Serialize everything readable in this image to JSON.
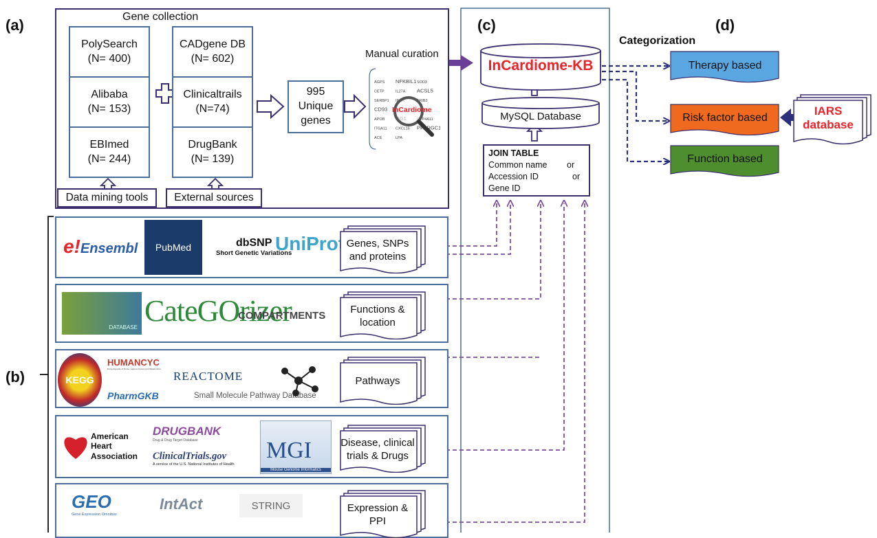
{
  "panels": {
    "a": "(a)",
    "b": "(b)",
    "c": "(c)",
    "d": "(d)"
  },
  "gene_collection": {
    "title": "Gene collection",
    "mining_sources": [
      {
        "name": "PolySearch",
        "count": "(N= 400)"
      },
      {
        "name": "Alibaba",
        "count": "(N= 153)"
      },
      {
        "name": "EBImed",
        "count": "(N= 244)"
      }
    ],
    "external_sources": [
      {
        "name": "CADgene DB",
        "count": "(N= 602)"
      },
      {
        "name": "Clinicaltrails",
        "count": "(N=74)"
      },
      {
        "name": "DrugBank",
        "count": "(N= 139)"
      }
    ],
    "mining_label": "Data mining tools",
    "external_label": "External sources",
    "unique_genes": [
      "995 Unique",
      "genes"
    ],
    "manual_curation": "Manual curation",
    "wordcloud_center": "InCardiome",
    "wordcloud_words": [
      "AGPS",
      "NFKBIL1",
      "SOD3",
      "CETP",
      "IL27A",
      "ACSL5",
      "SERBP1",
      "INSR",
      "TRIB3",
      "CD93",
      "IL6",
      "KNG1",
      "APOB",
      "GG1",
      "CYP4A11",
      "ITGA11",
      "CXCL16",
      "PPARGC1A",
      "ACE",
      "LPA"
    ]
  },
  "kb": {
    "title": "InCardiome-KB",
    "title_color": "#e8232a",
    "mysql": "MySQL Database",
    "join_table": {
      "title": "JOIN TABLE",
      "line1": "Common name",
      "line1_or": "or",
      "line2": "Accession ID",
      "line2_or": "or",
      "line3": "Gene ID"
    }
  },
  "categorization": {
    "title": "Categorization",
    "items": [
      {
        "label": "Therapy based",
        "color": "#5aa6e0"
      },
      {
        "label": "Risk factor based",
        "color": "#ef6a1f"
      },
      {
        "label": "Function based",
        "color": "#4e8e2e"
      }
    ],
    "iars": [
      "IARS",
      "database"
    ],
    "iars_color": "#e8232a"
  },
  "resources": {
    "rows": [
      {
        "doc": [
          "Genes, SNPs",
          "and proteins"
        ]
      },
      {
        "doc": [
          "Functions &",
          "location"
        ]
      },
      {
        "doc": [
          "Pathways"
        ]
      },
      {
        "doc": [
          "Disease, clinical",
          "trials & Drugs"
        ]
      },
      {
        "doc": [
          "Expression &",
          "PPI"
        ]
      }
    ],
    "logos": {
      "ensembl_e": "e!",
      "ensembl": "Ensembl",
      "pubmed": "PubMed",
      "dbsnp": "dbSNP",
      "dbsnp_sub": "Short Genetic Variations",
      "uniprot": "UniProt",
      "david_sub": "DATABASE",
      "categorizer": "CateGOrizer",
      "compartments": "COMPARTMENTS",
      "kegg": "KEGG",
      "humancyc": "HUMANCYC",
      "humancyc_sub": "Encyclopedia of Homo sapiens Genes and Metabolism",
      "reactome": "REACTOME",
      "pharmgkb": "PharmGKB",
      "smpdb": "Small Molecule Pathway Database",
      "aha1": "American",
      "aha2": "Heart",
      "aha3": "Association",
      "drugbank": "DRUGBANK",
      "drugbank_sub": "Drug & Drug Target Database",
      "clinicaltrials": "ClinicalTrials.gov",
      "clinicaltrials_sub": "A service of the U.S. National Institutes of Health",
      "mgi": "MGI",
      "mgi_sub": "Mouse Genome Informatics",
      "geo": "GEO",
      "geo_sub": "Gene Expression Omnibus",
      "intact": "IntAct",
      "string": "STRING"
    }
  }
}
